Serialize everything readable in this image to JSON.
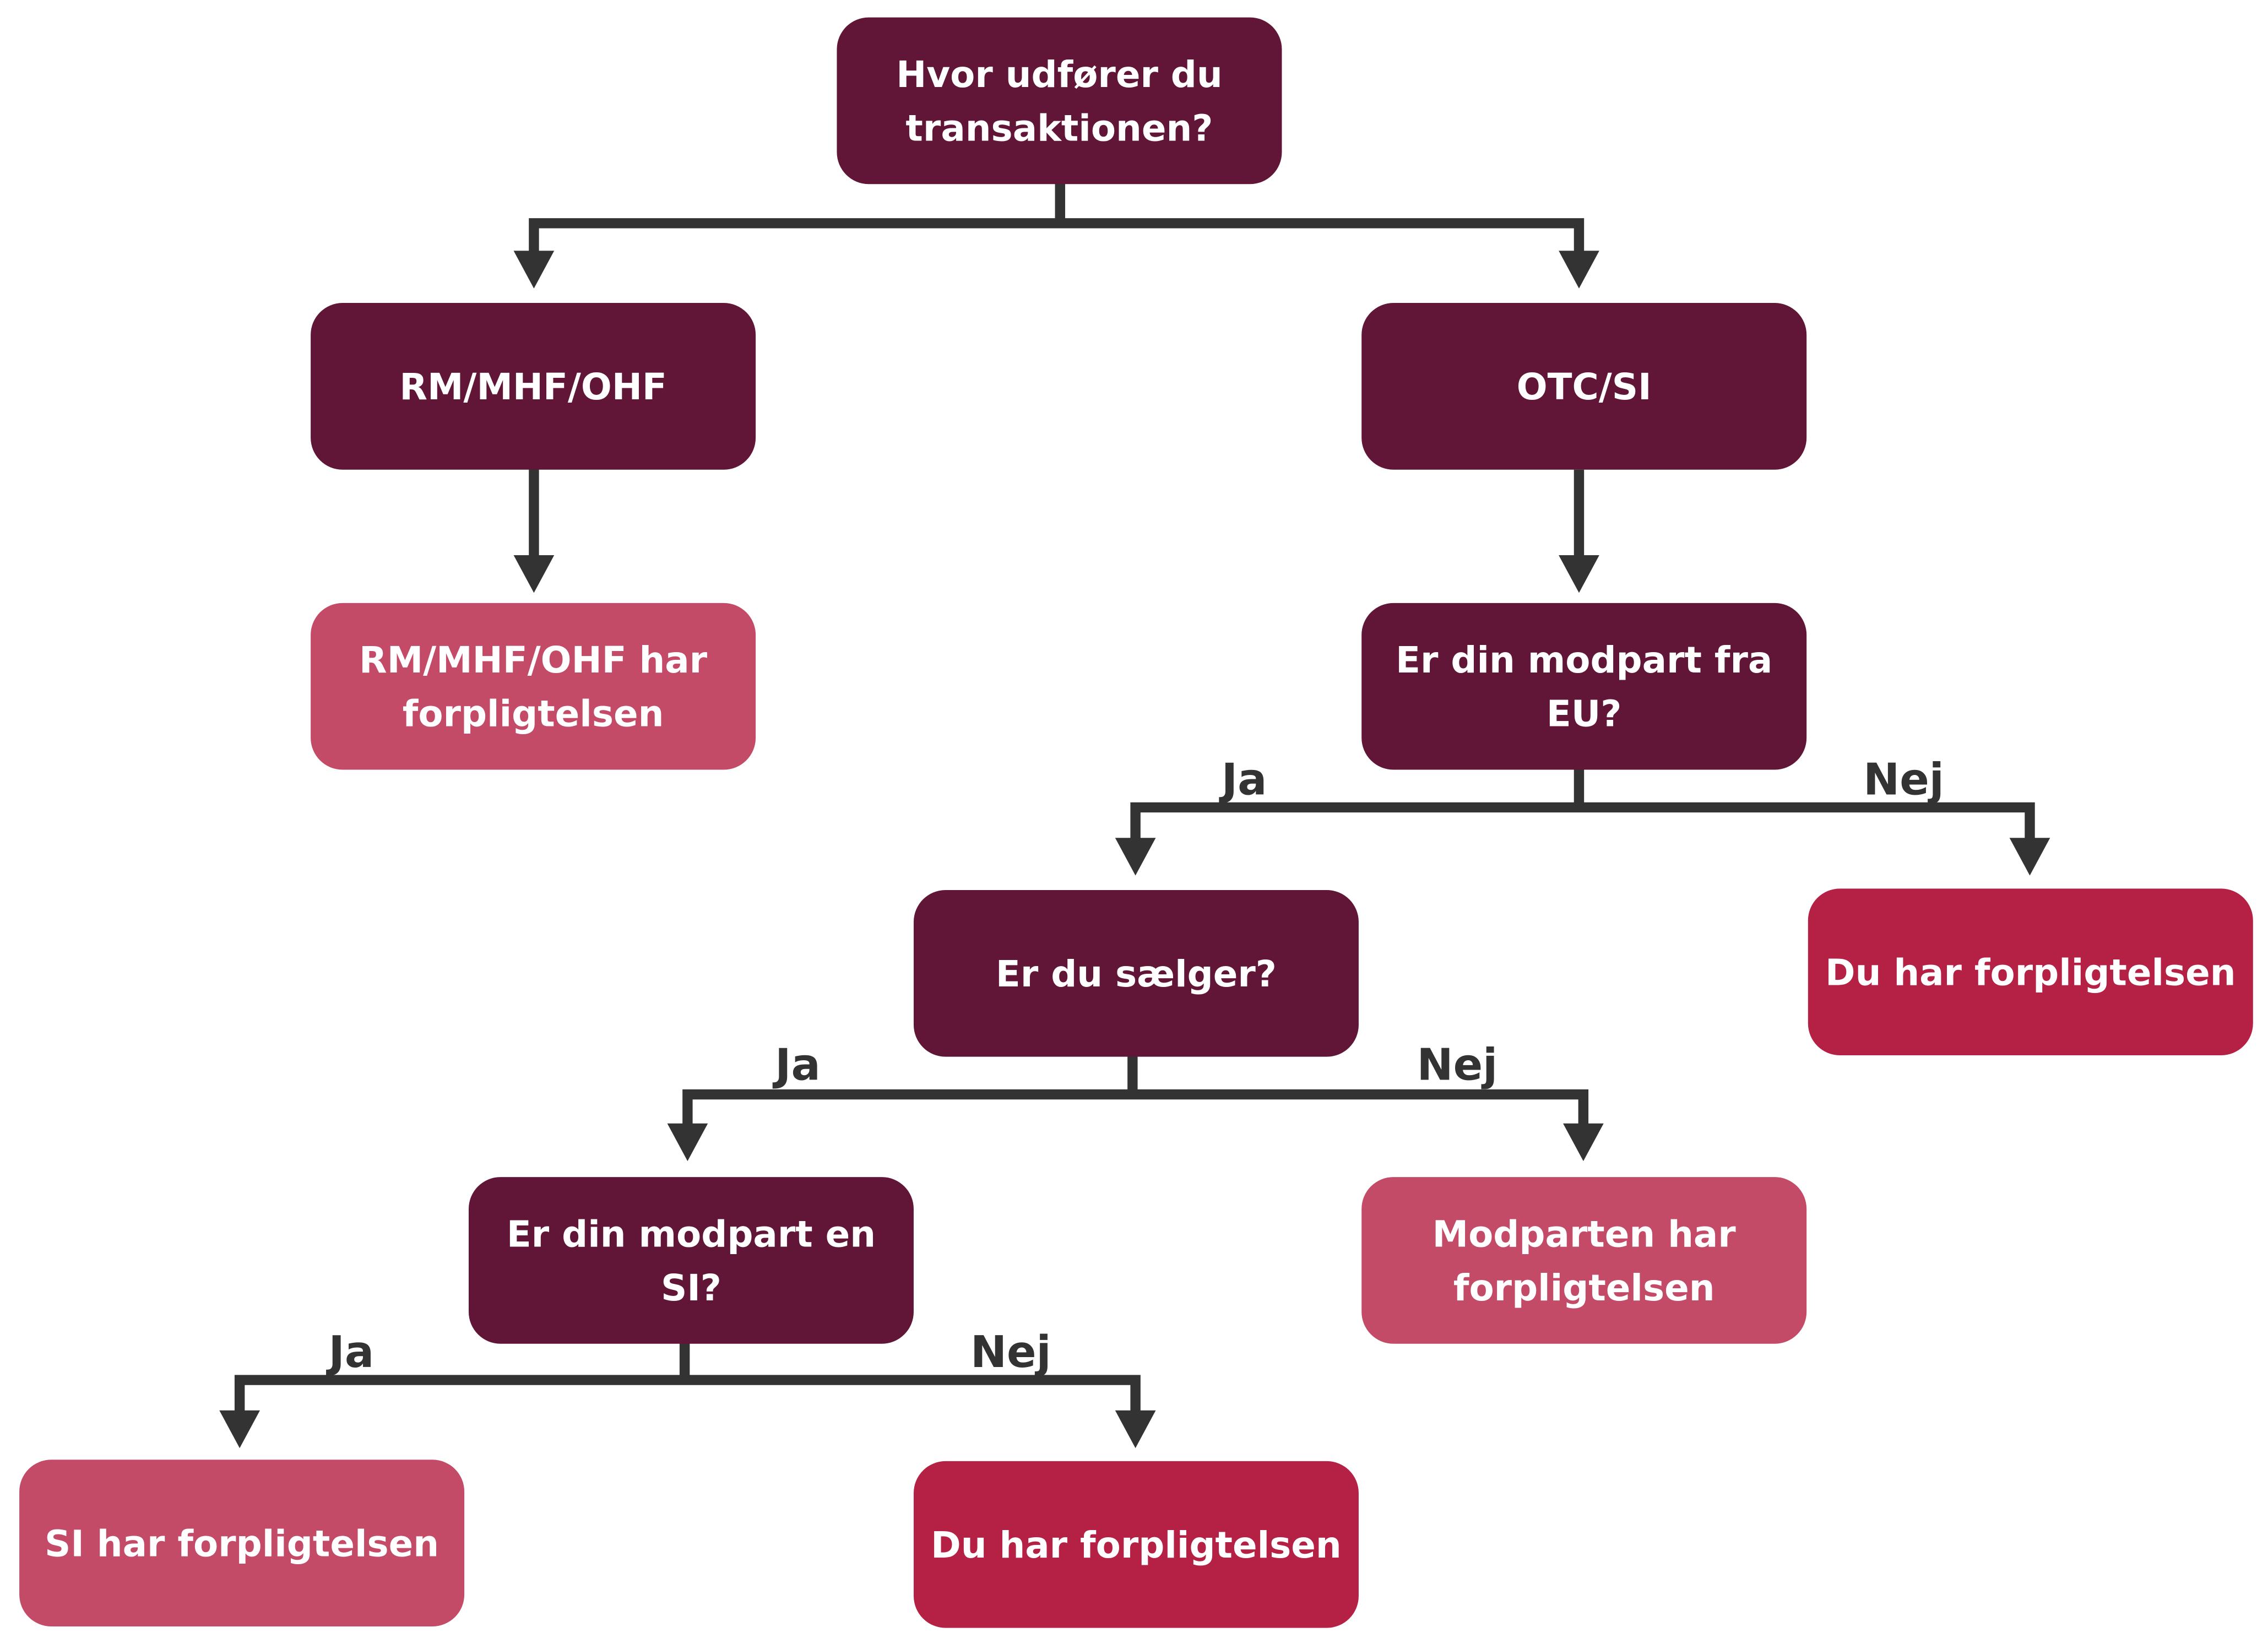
{
  "colors": {
    "question": "#611537",
    "other_party": "#c44b67",
    "you": "#b52045",
    "connector": "#333333",
    "text": "#ffffff"
  },
  "nodes": {
    "start": {
      "lines": [
        "Hvor udfører du",
        "transaktionen?"
      ],
      "kind": "question"
    },
    "rm": {
      "lines": [
        "RM/MHF/OHF"
      ],
      "kind": "question"
    },
    "otc": {
      "lines": [
        "OTC/SI"
      ],
      "kind": "question"
    },
    "rm_result": {
      "lines": [
        "RM/MHF/OHF har",
        "forpligtelsen"
      ],
      "kind": "other_party"
    },
    "eu": {
      "lines": [
        "Er din modpart fra",
        "EU?"
      ],
      "kind": "question"
    },
    "seller": {
      "lines": [
        "Er du sælger?"
      ],
      "kind": "question"
    },
    "eu_no_result": {
      "lines": [
        "Du har forpligtelsen"
      ],
      "kind": "you"
    },
    "si": {
      "lines": [
        "Er din modpart en",
        "SI?"
      ],
      "kind": "question"
    },
    "seller_no_result": {
      "lines": [
        "Modparten har",
        "forpligtelsen"
      ],
      "kind": "other_party"
    },
    "si_yes_result": {
      "lines": [
        "SI har forpligtelsen"
      ],
      "kind": "other_party"
    },
    "si_no_result": {
      "lines": [
        "Du har forpligtelsen"
      ],
      "kind": "you"
    }
  },
  "branches": {
    "eu_yes": "Ja",
    "eu_no": "Nej",
    "seller_yes": "Ja",
    "seller_no": "Nej",
    "si_yes": "Ja",
    "si_no": "Nej"
  }
}
